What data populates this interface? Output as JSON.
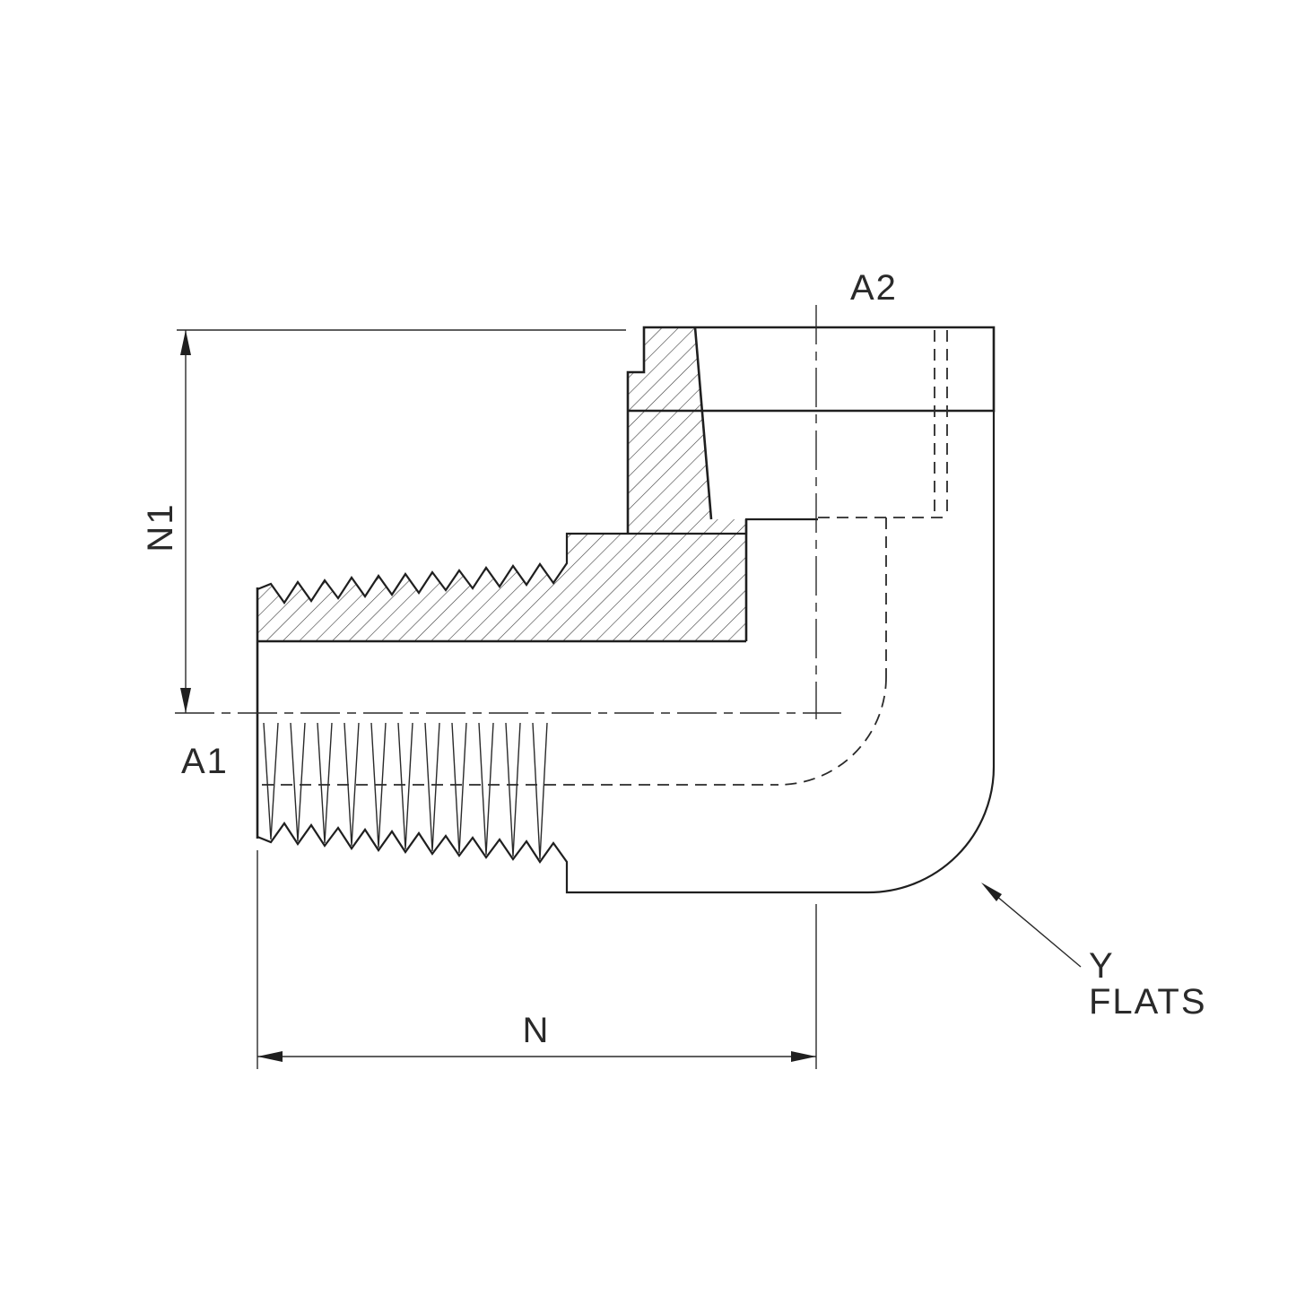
{
  "drawing": {
    "labels": {
      "a2": "A2",
      "n1": "N1",
      "a1": "A1",
      "n": "N",
      "y": "Y",
      "flats": "FLATS"
    },
    "colors": {
      "line": "#1f1f1f",
      "background": "#ffffff"
    }
  }
}
